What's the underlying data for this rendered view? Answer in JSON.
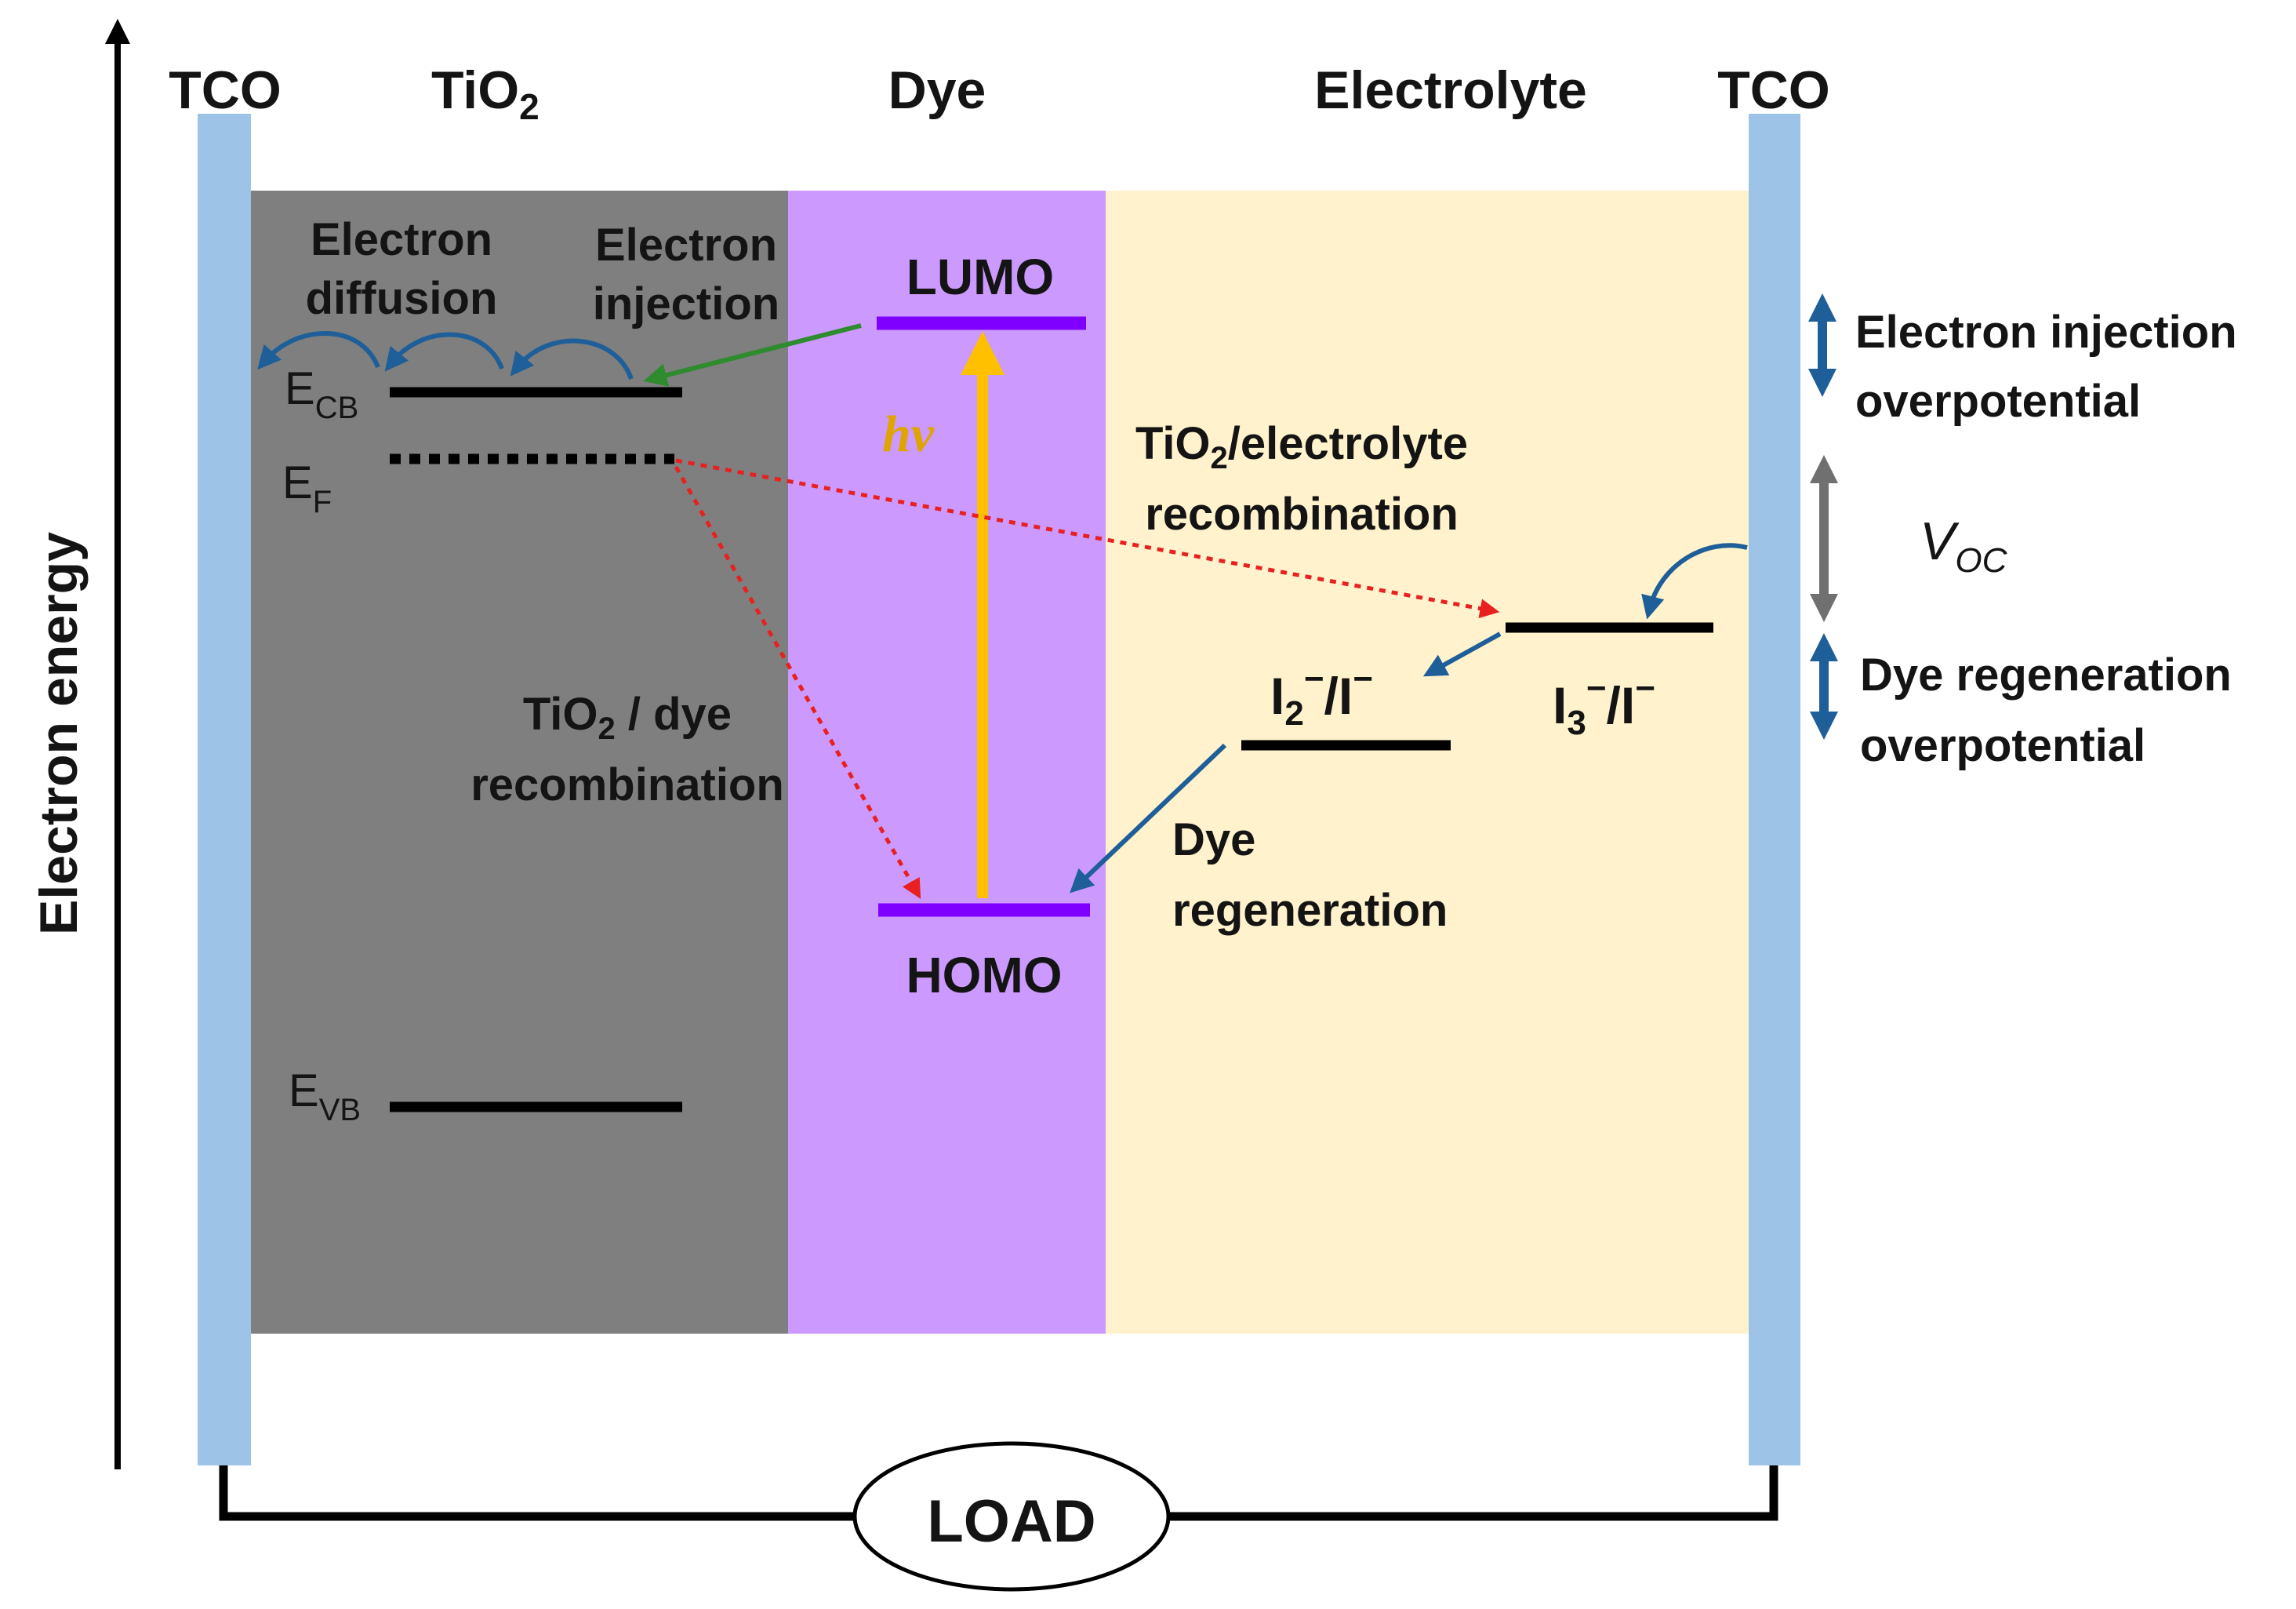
{
  "axis": {
    "label": "Electron energy"
  },
  "columns": {
    "tco_left": "TCO",
    "tio2": {
      "base": "TiO",
      "sub": "2"
    },
    "dye": "Dye",
    "electrolyte": "Electrolyte",
    "tco_right": "TCO"
  },
  "levels": {
    "ecb": {
      "main": "E",
      "sub": "CB"
    },
    "ef": {
      "main": "E",
      "sub": "F"
    },
    "evb": {
      "main": "E",
      "sub": "VB"
    },
    "lumo": "LUMO",
    "homo": "HOMO",
    "i2": {
      "main": "I",
      "sub": "2",
      "sup": "−",
      "rest": "/I",
      "sup2": "−"
    },
    "i3": {
      "main": "I",
      "sub": "3",
      "sup": "−",
      "rest": "/I",
      "sup2": "−"
    }
  },
  "processes": {
    "electron_diffusion": [
      "Electron",
      "diffusion"
    ],
    "electron_injection": [
      "Electron",
      "injection"
    ],
    "photon": "hν",
    "tio2_electrolyte": {
      "line1_base": "TiO",
      "line1_sub": "2",
      "line1_rest": "/electrolyte",
      "line2": "recombination"
    },
    "tio2_dye": {
      "line1_base": "TiO",
      "line1_sub": "2",
      "line1_rest": " / dye",
      "line2": "recombination"
    },
    "dye_regeneration": [
      "Dye",
      "regeneration"
    ]
  },
  "side_labels": {
    "injection_overpotential": [
      "Electron injection",
      "overpotential"
    ],
    "voc": {
      "main": "V",
      "sub": "OC"
    },
    "regeneration_overpotential": [
      "Dye regeneration",
      "overpotential"
    ]
  },
  "load": "LOAD",
  "colors": {
    "tco": "#9dc3e6",
    "tio2": "#7f7f7f",
    "dye": "#cc99ff",
    "electrolyte": "#fff2cc",
    "level_line": "#000000",
    "dye_level": "#7f00ff",
    "injection_arrow": "#2e8b2e",
    "photon_arrow": "#ffc000",
    "recombination": "#e82020",
    "transfer_arrow": "#1f5f99",
    "voc_arrow": "#707070"
  }
}
